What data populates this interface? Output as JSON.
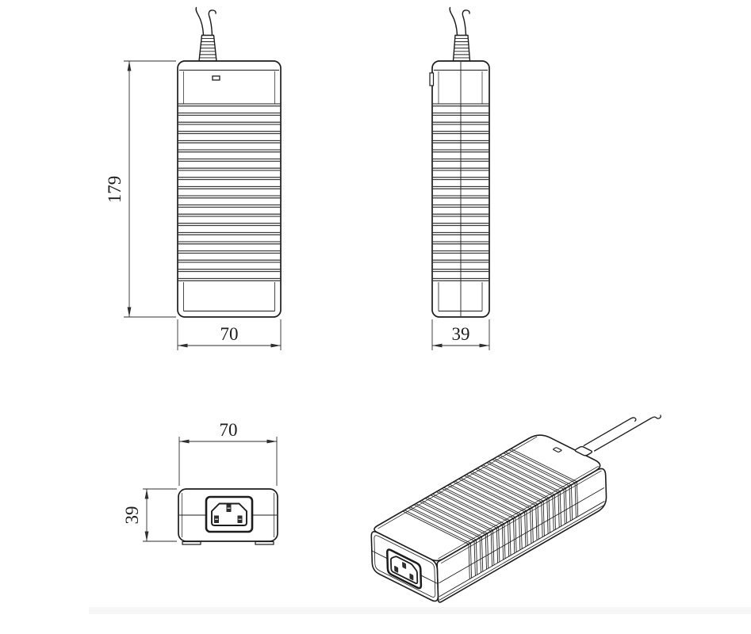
{
  "drawing": {
    "background": "#ffffff",
    "line_color": "#1c1c1c",
    "dim_color": "#2e2e2e",
    "shadow_color": "#f6f6f6",
    "views": {
      "front": {
        "height_label": "179",
        "width_label": "70"
      },
      "side": {
        "depth_label": "39"
      },
      "end": {
        "width_label": "70",
        "depth_label": "39"
      },
      "isometric": {}
    }
  }
}
